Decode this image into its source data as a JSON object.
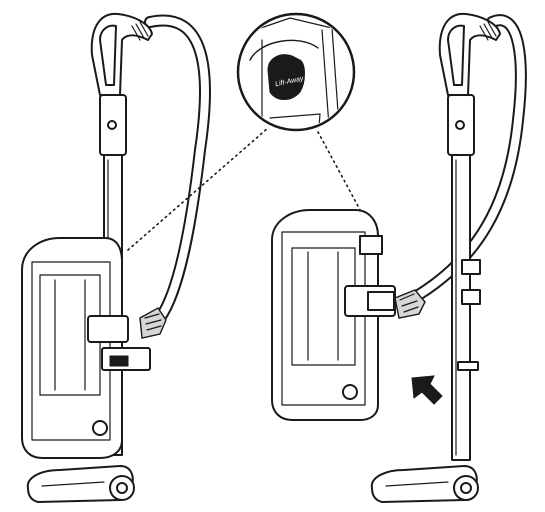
{
  "figure": {
    "callout_button_text": "Lift-Away",
    "colors": {
      "line": "#1a1a1a",
      "fill": "#ffffff",
      "shade": "#d6d6d6"
    },
    "left_vacuum": {
      "state": "assembled upright"
    },
    "right_vacuum": {
      "state": "pod lifted away",
      "arrow": "arrow-icon"
    }
  }
}
